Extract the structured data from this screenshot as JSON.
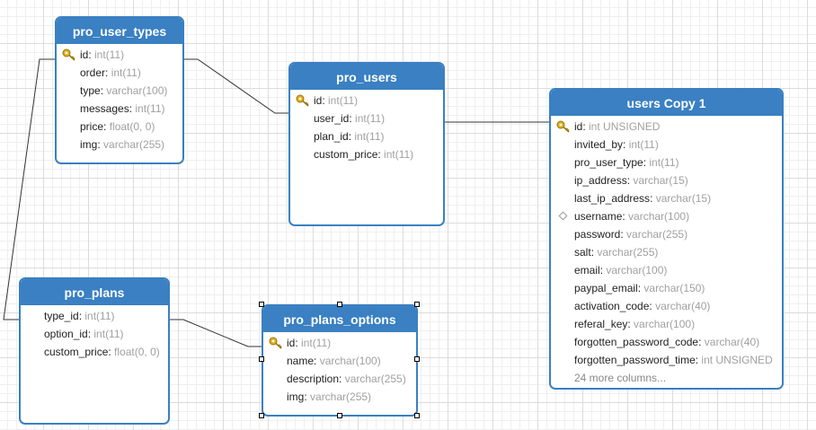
{
  "tables": {
    "pro_user_types": {
      "title": "pro_user_types",
      "columns": [
        {
          "name": "id",
          "type": "int(11)"
        },
        {
          "name": "order",
          "type": "int(11)"
        },
        {
          "name": "type",
          "type": "varchar(100)"
        },
        {
          "name": "messages",
          "type": "int(11)"
        },
        {
          "name": "price",
          "type": "float(0, 0)"
        },
        {
          "name": "img",
          "type": "varchar(255)"
        }
      ]
    },
    "pro_users": {
      "title": "pro_users",
      "columns": [
        {
          "name": "id",
          "type": "int(11)"
        },
        {
          "name": "user_id",
          "type": "int(11)"
        },
        {
          "name": "plan_id",
          "type": "int(11)"
        },
        {
          "name": "custom_price",
          "type": "int(11)"
        }
      ]
    },
    "users_copy_1": {
      "title": "users Copy 1",
      "columns": [
        {
          "name": "id",
          "type": "int UNSIGNED"
        },
        {
          "name": "invited_by",
          "type": "int(11)"
        },
        {
          "name": "pro_user_type",
          "type": "int(11)"
        },
        {
          "name": "ip_address",
          "type": "varchar(15)"
        },
        {
          "name": "last_ip_address",
          "type": "varchar(15)"
        },
        {
          "name": "username",
          "type": "varchar(100)"
        },
        {
          "name": "password",
          "type": "varchar(255)"
        },
        {
          "name": "salt",
          "type": "varchar(255)"
        },
        {
          "name": "email",
          "type": "varchar(100)"
        },
        {
          "name": "paypal_email",
          "type": "varchar(150)"
        },
        {
          "name": "activation_code",
          "type": "varchar(40)"
        },
        {
          "name": "referal_key",
          "type": "varchar(100)"
        },
        {
          "name": "forgotten_password_code",
          "type": "varchar(40)"
        },
        {
          "name": "forgotten_password_time",
          "type": "int UNSIGNED"
        }
      ],
      "more_columns": "24 more columns..."
    },
    "pro_plans": {
      "title": "pro_plans",
      "columns": [
        {
          "name": "type_id",
          "type": "int(11)"
        },
        {
          "name": "option_id",
          "type": "int(11)"
        },
        {
          "name": "custom_price",
          "type": "float(0, 0)"
        }
      ]
    },
    "pro_plans_options": {
      "title": "pro_plans_options",
      "columns": [
        {
          "name": "id",
          "type": "int(11)"
        },
        {
          "name": "name",
          "type": "varchar(100)"
        },
        {
          "name": "description",
          "type": "varchar(255)"
        },
        {
          "name": "img",
          "type": "varchar(255)"
        }
      ]
    }
  },
  "colors": {
    "header": "#3a80c2",
    "connector": "#333333",
    "key": "#e0b020"
  }
}
